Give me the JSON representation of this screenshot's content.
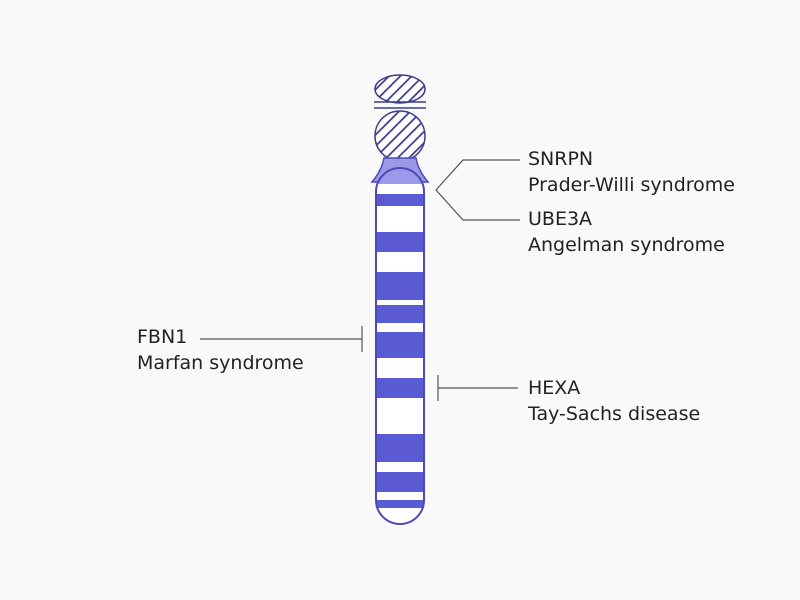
{
  "colors": {
    "band": "#5a5ad2",
    "outline": "#4b4bb8",
    "centromere": "#9a9ae8",
    "light_band": "#ffffff",
    "satellite_hatch": "#3c3c8a",
    "leader_line": "#555555"
  },
  "annotations": [
    {
      "gene": "SNRPN",
      "condition": "Prader-Willi syndrome"
    },
    {
      "gene": "UBE3A",
      "condition": "Angelman syndrome"
    },
    {
      "gene": "FBN1",
      "condition": "Marfan syndrome"
    },
    {
      "gene": "HEXA",
      "condition": "Tay-Sachs disease"
    }
  ]
}
